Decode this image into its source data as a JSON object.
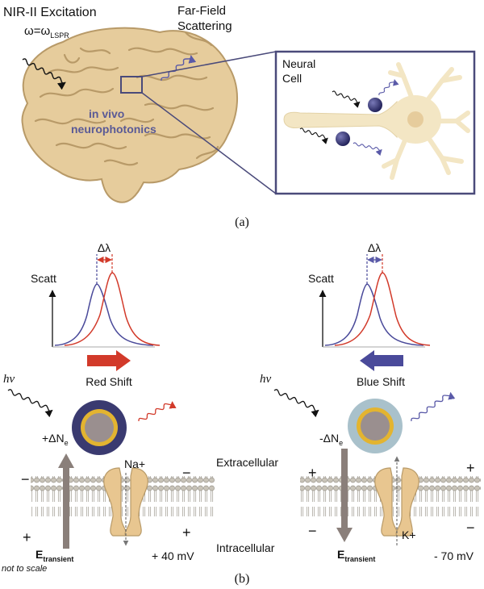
{
  "panel_a": {
    "excitation_label": "NIR-II Excitation",
    "omega_label": "ω=ω",
    "omega_sub": "LSPR",
    "scattering_label_1": "Far-Field",
    "scattering_label_2": "Scattering",
    "brain_text_1": "in vivo",
    "brain_text_2": "neurophotonics",
    "inset_label_1": "Neural",
    "inset_label_2": "Cell",
    "caption": "(a)"
  },
  "panel_b": {
    "caption": "(b)",
    "left": {
      "axis_label": "Scatt",
      "delta_label": "Δλ",
      "shift_label": "Red Shift",
      "photon_label": "hν",
      "charge_label": "+ΔN",
      "charge_sub": "e",
      "ion_label": "Na+",
      "field_label": "E",
      "field_sub": "transient",
      "voltage_label": "+ 40 mV",
      "signs": [
        "−",
        "+",
        "−",
        "+"
      ]
    },
    "right": {
      "axis_label": "Scatt",
      "delta_label": "Δλ",
      "shift_label": "Blue Shift",
      "photon_label": "hν",
      "charge_label": "-ΔN",
      "charge_sub": "e",
      "ion_label": "K+",
      "field_label": "E",
      "field_sub": "transient",
      "voltage_label": "- 70 mV",
      "signs": [
        "+",
        "−",
        "+",
        "−"
      ]
    },
    "extracellular_label": "Extracellular",
    "intracellular_label": "Intracellular",
    "scale_note": "not to scale"
  },
  "colors": {
    "brain": "#e6cc9c",
    "brain_fold": "#b89a68",
    "frame": "#4a4a7a",
    "cell": "#f3e6c4",
    "nanoparticle": "#2a2a66",
    "red": "#d23a2a",
    "blue": "#4a4a9a",
    "gold": "#e3b430",
    "core": "#9a8f8f",
    "shell_left": "#3a3a70",
    "shell_right": "#a9c1cb",
    "field_arrow": "#8a7f7a",
    "channel": "#e8c690"
  }
}
